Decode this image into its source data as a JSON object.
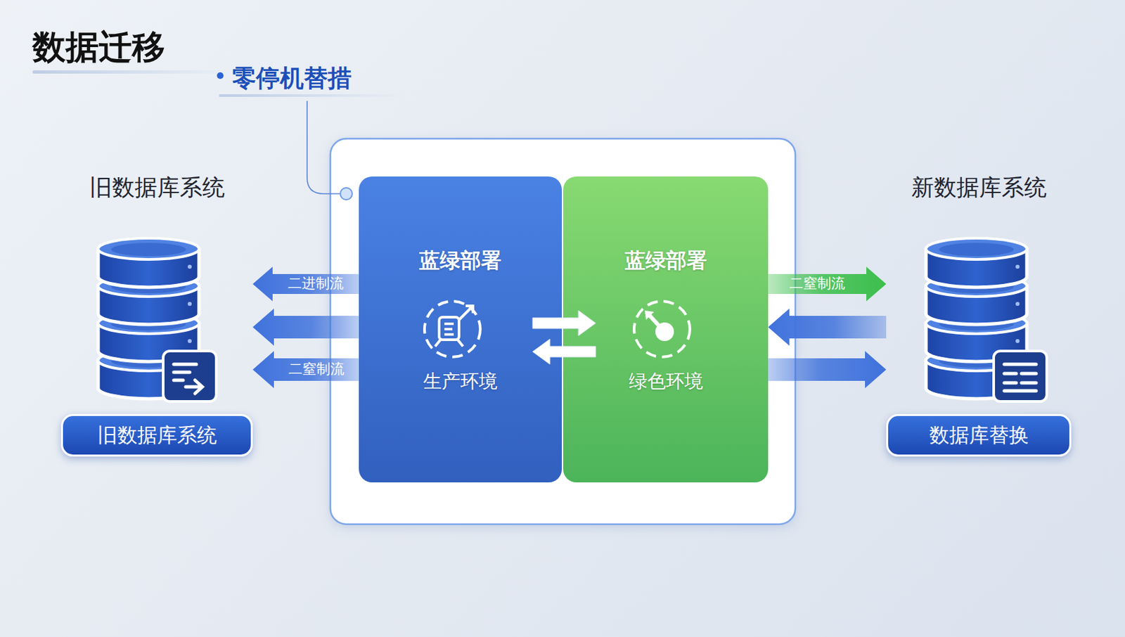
{
  "diagram": {
    "title": "数据迁移",
    "nodes": [
      {
        "text": [
          "旧数据库系统",
          "旧数据库系统"
        ]
      },
      {
        "text": [
          "蓝绿部署",
          "生产环境"
        ]
      },
      {
        "text": [
          "蓝绿部署",
          "绿色环境"
        ]
      },
      {
        "text": [
          "新数据库系统",
          "数据库替换"
        ]
      }
    ],
    "edges": [
      {
        "from": 1,
        "to": 0,
        "arrow": "to",
        "label": "二进制流"
      },
      {
        "from": 1,
        "to": 0,
        "arrow": "to"
      },
      {
        "from": 1,
        "to": 0,
        "arrow": "to",
        "label": "二窒制流"
      },
      {
        "from": 1,
        "to": 2,
        "arrow": "to"
      },
      {
        "from": 2,
        "to": 1,
        "arrow": "to"
      },
      {
        "from": 2,
        "to": 3,
        "arrow": "to",
        "label": "二窒制流"
      },
      {
        "from": 3,
        "to": 2,
        "arrow": "to"
      },
      {
        "from": 2,
        "to": 3,
        "arrow": "to"
      }
    ],
    "labels": [
      "零停机替措"
    ]
  }
}
